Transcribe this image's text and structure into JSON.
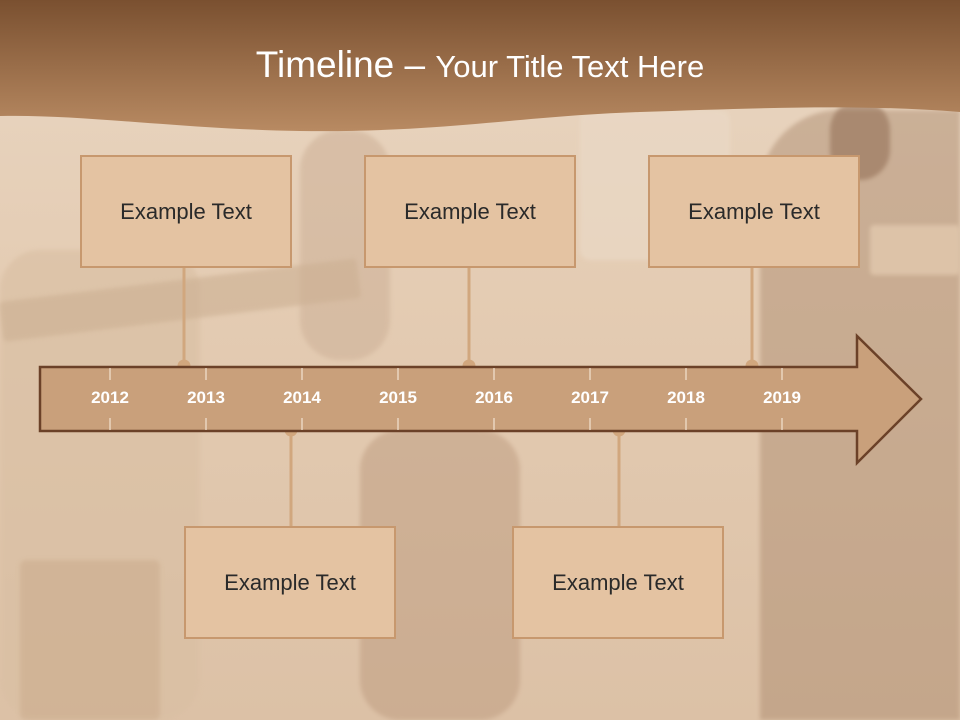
{
  "slide": {
    "title_main": "Timeline",
    "title_sep": " – ",
    "title_sub": "Your Title Text Here"
  },
  "timeline": {
    "years": [
      "2012",
      "2013",
      "2014",
      "2015",
      "2016",
      "2017",
      "2018",
      "2019"
    ],
    "boxes": [
      {
        "text": "Example Text"
      },
      {
        "text": "Example Text"
      },
      {
        "text": "Example Text"
      },
      {
        "text": "Example Text"
      },
      {
        "text": "Example Text"
      }
    ]
  },
  "colors": {
    "banner_dark": "#7a5030",
    "banner_light": "#b88a62",
    "arrow_fill": "#c9a07b",
    "arrow_stroke": "#6b4128",
    "connector": "#d1a77e",
    "box_fill": "#e4c3a2",
    "box_border": "#c7986e",
    "year_text": "#ffffff"
  }
}
